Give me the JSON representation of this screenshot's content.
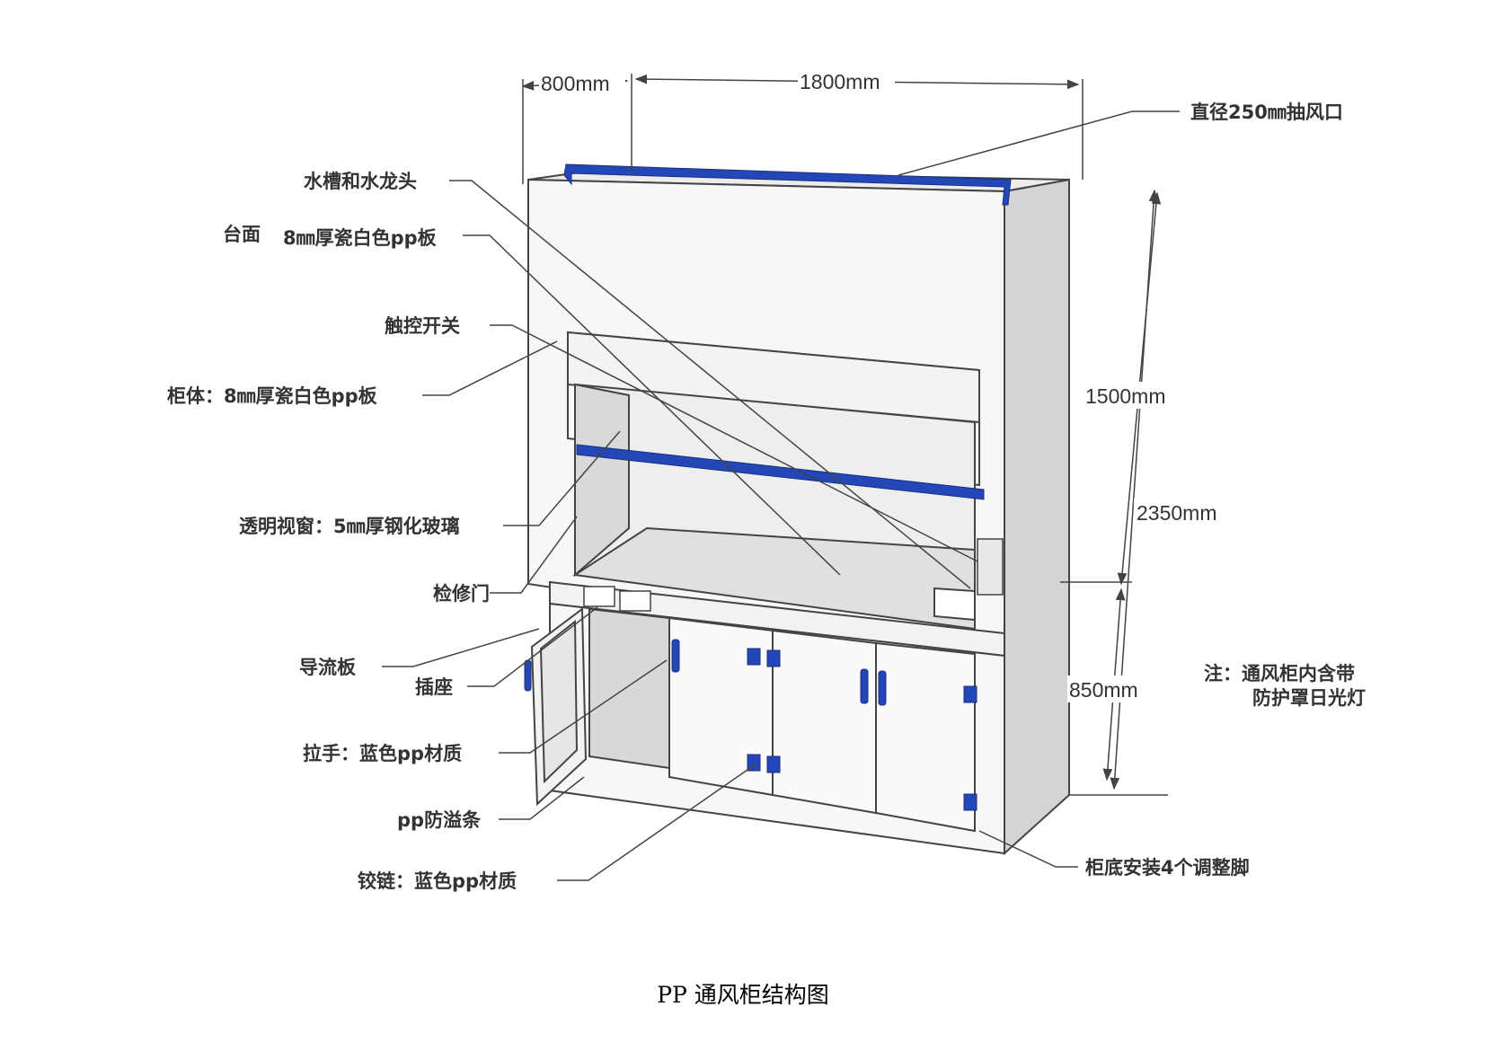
{
  "colors": {
    "blue": "#2447b8",
    "line": "#444444",
    "panel": "#f7f7f7",
    "shade": "#cfcfcf"
  },
  "dimensions": {
    "depth": "800mm",
    "width": "1800mm",
    "upper_height": "1500mm",
    "total_height": "2350mm",
    "base_height": "850mm"
  },
  "callouts": {
    "exhaust": "直径250㎜抽风口",
    "sink": "水槽和水龙头",
    "countertop_a": "台面",
    "countertop_b": "8㎜厚瓷白色pp板",
    "touch_switch": "触控开关",
    "body": "柜体：8㎜厚瓷白色pp板",
    "window": "透明视窗：5㎜厚钢化玻璃",
    "service_door": "检修门",
    "baffle": "导流板",
    "socket": "插座",
    "handle": "拉手：蓝色pp材质",
    "spill_strip": "pp防溢条",
    "hinge": "铰链：蓝色pp材质",
    "feet": "柜底安装4个调整脚",
    "note_1": "注：通风柜内含带",
    "note_2": "防护罩日光灯"
  },
  "caption": "PP 通风柜结构图"
}
